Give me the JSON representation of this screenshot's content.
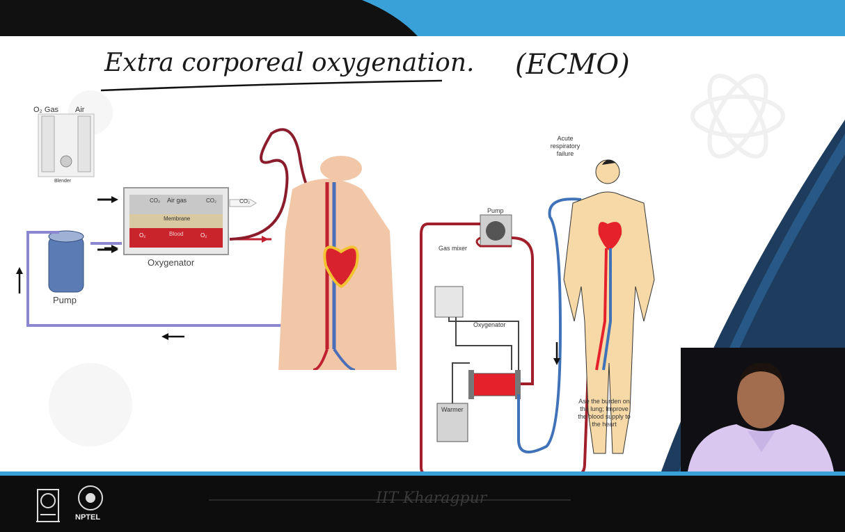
{
  "header": {
    "title": "Extra corporeal oxygenation.",
    "abbr": "(ECMO)"
  },
  "left_diagram": {
    "o2_gas": "O₂ Gas",
    "air": "Air",
    "blender": "Blender",
    "air_gas": "Air gas",
    "membrane": "Membrane",
    "blood": "Blood",
    "co2_left": "CO₂",
    "co2_right": "CO₂",
    "co2_out": "CO₂",
    "o2_left": "O₂",
    "o2_right": "O₂",
    "oxygenator": "Oxygenator",
    "pump": "Pump"
  },
  "right_diagram": {
    "pump": "Pump",
    "gas_mixer": "Gas mixer",
    "oxygenator": "Oxygenator",
    "warmer": "Warmer",
    "acute_failure": "Acute respiratory failure",
    "note": "Ase the burden on the lung; Improve the blood supply to the heart"
  },
  "footer": {
    "watermark": "IIT Kharagpur",
    "nptel": "NPTEL"
  },
  "colors": {
    "accent_blue": "#3aa0d8",
    "bar_dark": "#0d0d0d",
    "blood_red": "#d8232f",
    "venous_blue": "#3f72b8"
  }
}
